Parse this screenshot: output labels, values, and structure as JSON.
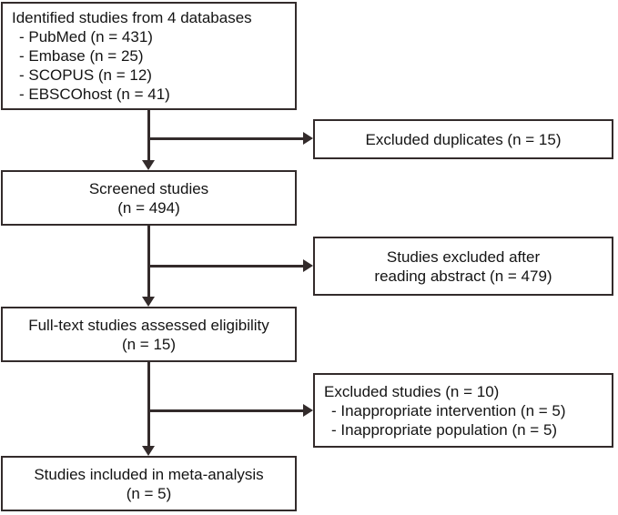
{
  "diagram": {
    "type": "prisma-flow-diagram",
    "colors": {
      "stroke": "#332b2b",
      "background": "#ffffff",
      "text": "#141414"
    },
    "boxes": {
      "identified": {
        "lines": [
          "Identified studies from 4 databases",
          "- PubMed (n = 431)",
          "- Embase (n = 25)",
          "- SCOPUS (n = 12)",
          "- EBSCOhost (n = 41)"
        ],
        "title": "Identified studies from 4 databases",
        "sources": [
          {
            "name": "PubMed",
            "n": 431,
            "label": "- PubMed (n = 431)"
          },
          {
            "name": "Embase",
            "n": 25,
            "label": "- Embase (n = 25)"
          },
          {
            "name": "SCOPUS",
            "n": 12,
            "label": "- SCOPUS (n = 12)"
          },
          {
            "name": "EBSCOhost",
            "n": 41,
            "label": "- EBSCOhost (n = 41)"
          }
        ]
      },
      "excluded_duplicates": {
        "lines": [
          "Excluded duplicates (n = 15)"
        ],
        "n": 15
      },
      "screened": {
        "lines": [
          "Screened studies",
          "(n = 494)"
        ],
        "n": 494
      },
      "excluded_abstract": {
        "lines": [
          "Studies excluded after",
          "reading abstract (n = 479)"
        ],
        "n": 479
      },
      "fulltext": {
        "lines": [
          "Full-text studies assessed eligibility",
          "(n = 15)"
        ],
        "n": 15
      },
      "excluded_fulltext": {
        "lines": [
          "Excluded studies (n = 10)",
          "- Inappropriate intervention (n = 5)",
          "- Inappropriate population (n = 5)"
        ],
        "n": 10,
        "reasons": [
          {
            "label": "- Inappropriate intervention (n = 5)",
            "n": 5
          },
          {
            "label": "- Inappropriate population (n = 5)",
            "n": 5
          }
        ]
      },
      "included": {
        "lines": [
          "Studies included in meta-analysis",
          "(n = 5)"
        ],
        "n": 5
      }
    }
  }
}
